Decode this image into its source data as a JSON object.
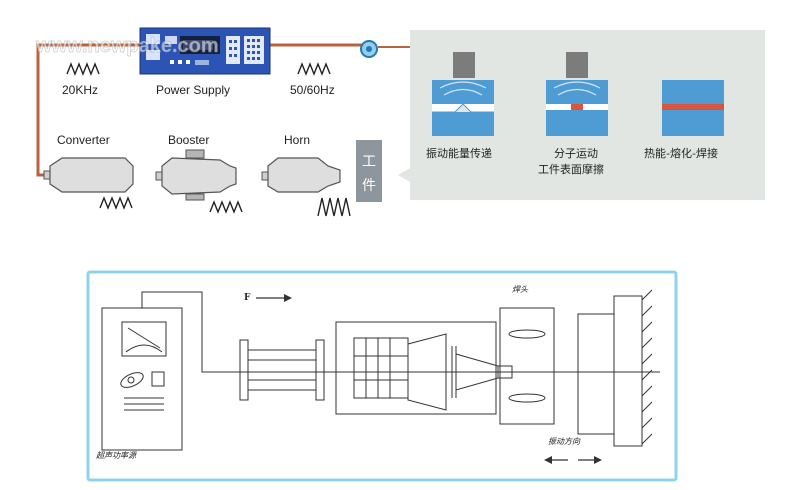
{
  "watermark": "www.newpake.com",
  "top": {
    "freq_left": "20KHz",
    "power_supply": "Power Supply",
    "freq_right": "50/60Hz",
    "converter": "Converter",
    "booster": "Booster",
    "horn": "Horn",
    "workpiece": [
      "工",
      "件"
    ]
  },
  "panel": {
    "step1": "振动能量传递",
    "step2_line1": "分子运动",
    "step2_line2": "工件表面摩擦",
    "step3": "热能-熔化-焊接"
  },
  "bottom": {
    "force_label": "F",
    "welding_head": "焊头",
    "ultrasonic_source": "超声功率源",
    "vibration_direction": "振动方向"
  }
}
